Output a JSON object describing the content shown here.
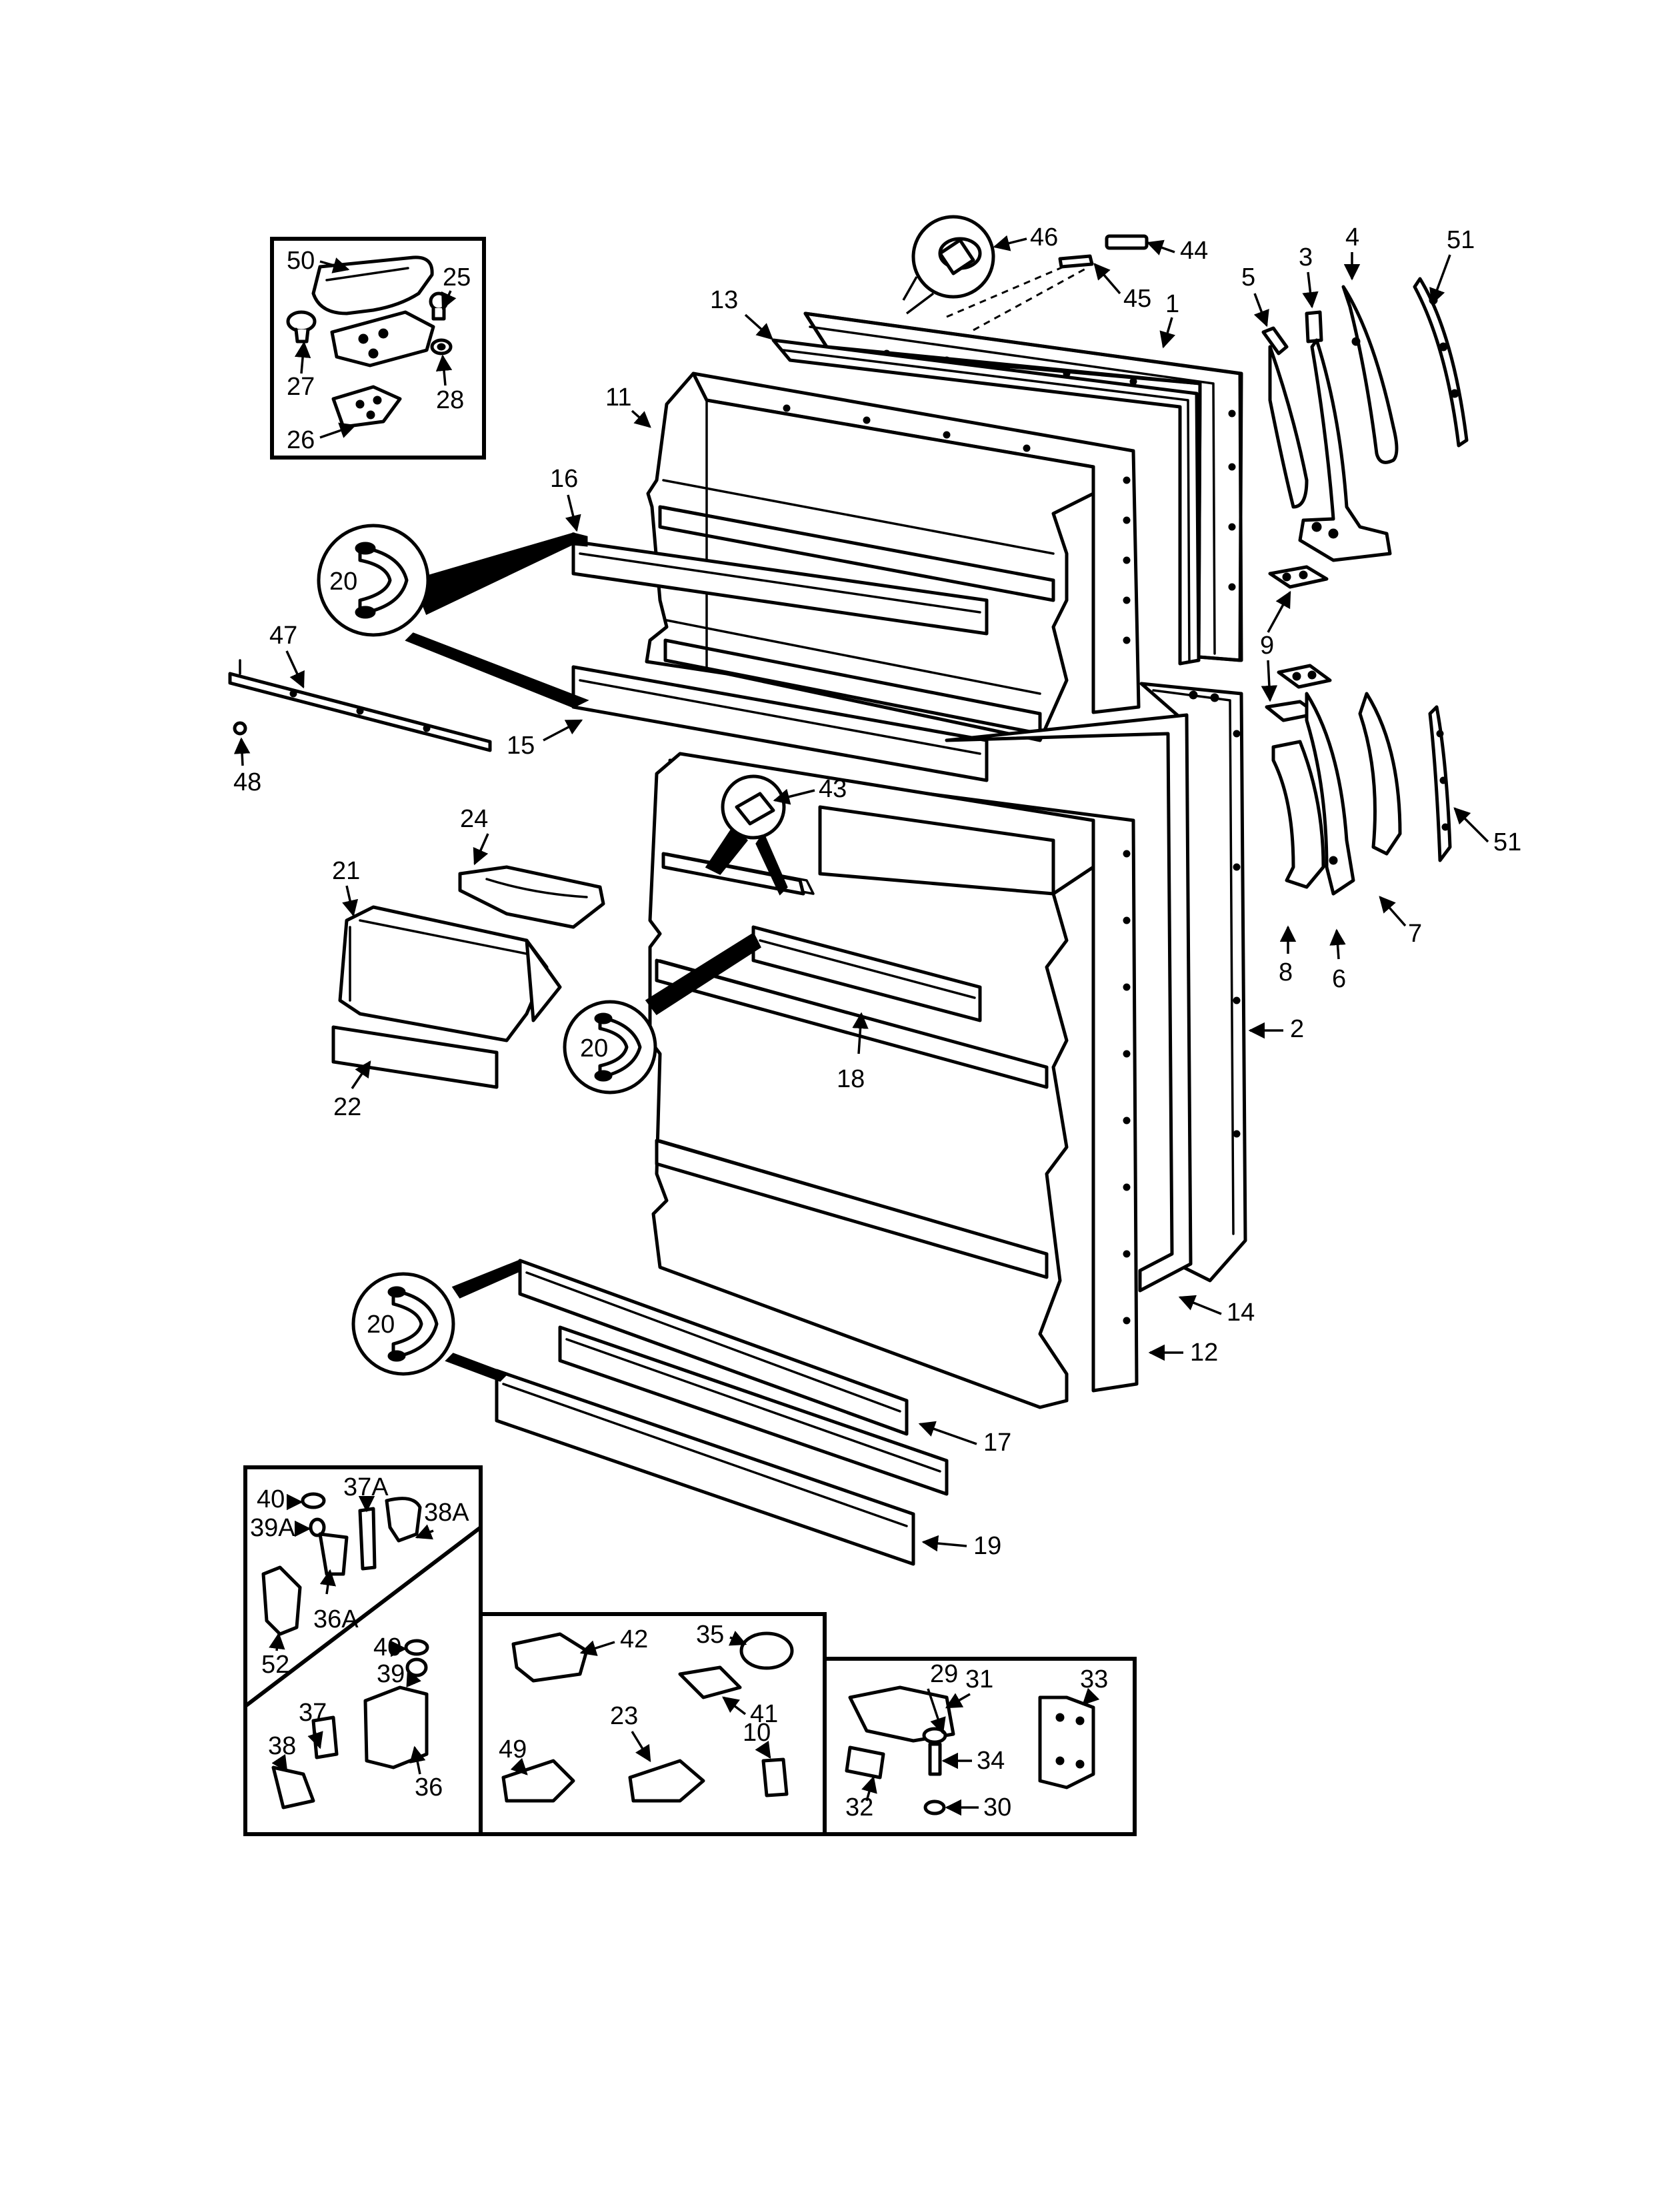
{
  "callouts": {
    "c1": "1",
    "c2": "2",
    "c3": "3",
    "c4": "4",
    "c5": "5",
    "c6": "6",
    "c7": "7",
    "c8": "8",
    "c9a": "9",
    "c9b": "9",
    "c10": "10",
    "c11": "11",
    "c12": "12",
    "c13": "13",
    "c14": "14",
    "c15": "15",
    "c16": "16",
    "c17": "17",
    "c18": "18",
    "c19": "19",
    "c20a": "20",
    "c20b": "20",
    "c20c": "20",
    "c21": "21",
    "c22": "22",
    "c23": "23",
    "c24": "24",
    "c25": "25",
    "c26": "26",
    "c27": "27",
    "c28": "28",
    "c29": "29",
    "c30": "30",
    "c31": "31",
    "c32": "32",
    "c33": "33",
    "c34": "34",
    "c35": "35",
    "c36": "36",
    "c36a": "36A",
    "c37": "37",
    "c37a": "37A",
    "c38": "38",
    "c38a": "38A",
    "c39": "39",
    "c39a": "39A",
    "c40a": "40",
    "c40b": "40",
    "c41": "41",
    "c42": "42",
    "c43": "43",
    "c44": "44",
    "c45": "45",
    "c46": "46",
    "c47": "47",
    "c48": "48",
    "c49": "49",
    "c50": "50",
    "c51a": "51",
    "c51b": "51",
    "c52": "52"
  }
}
